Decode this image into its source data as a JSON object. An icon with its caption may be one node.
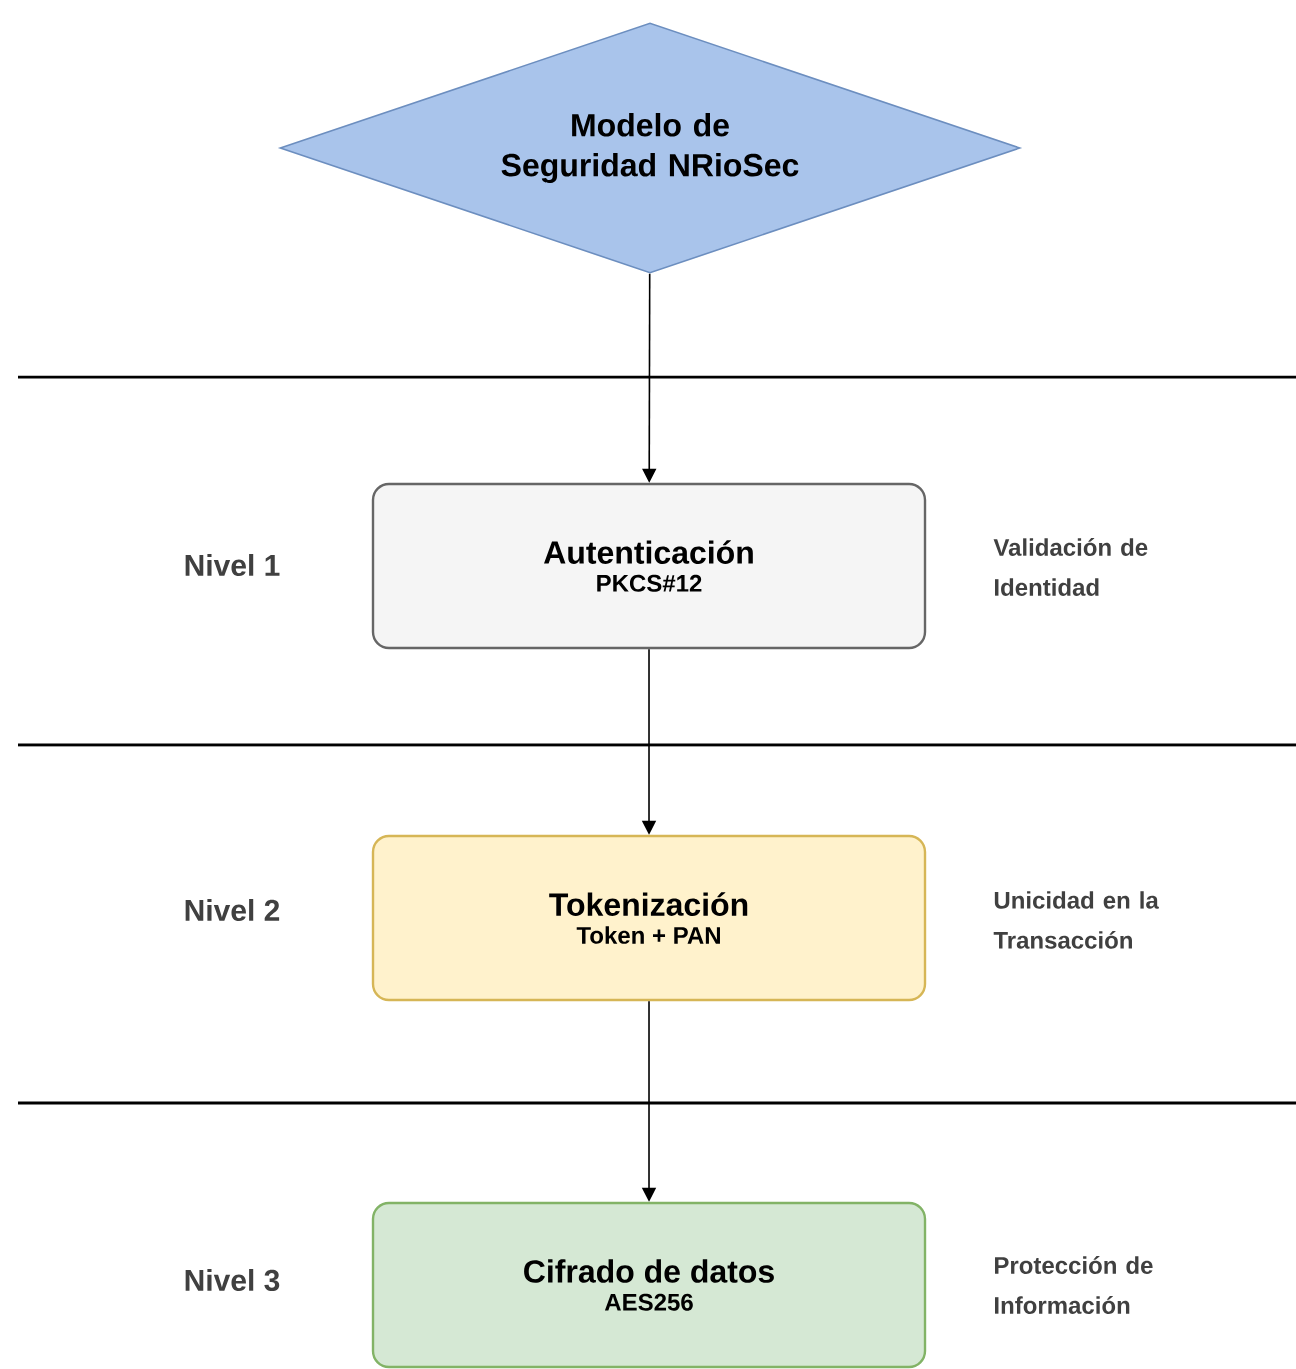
{
  "diagram": {
    "nodes": [
      {
        "text": [
          "Modelo de Seguridad NRioSec"
        ]
      },
      {
        "text": [
          "Autenticación",
          "PKCS#12"
        ],
        "beside": [
          "Validación de Identidad"
        ]
      },
      {
        "text": [
          "Tokenización",
          "Token + PAN"
        ],
        "beside": [
          "Unicidad en la Transacción"
        ]
      },
      {
        "text": [
          "Cifrado de datos",
          "AES256"
        ],
        "beside": [
          "Protección de Información"
        ]
      }
    ],
    "edges": [
      {
        "from": 0,
        "to": 1,
        "arrow": "to"
      },
      {
        "from": 1,
        "to": 2,
        "arrow": "to"
      },
      {
        "from": 2,
        "to": 3,
        "arrow": "to"
      }
    ],
    "labels": [
      "Nivel 1",
      "Nivel 2",
      "Nivel 3"
    ]
  }
}
